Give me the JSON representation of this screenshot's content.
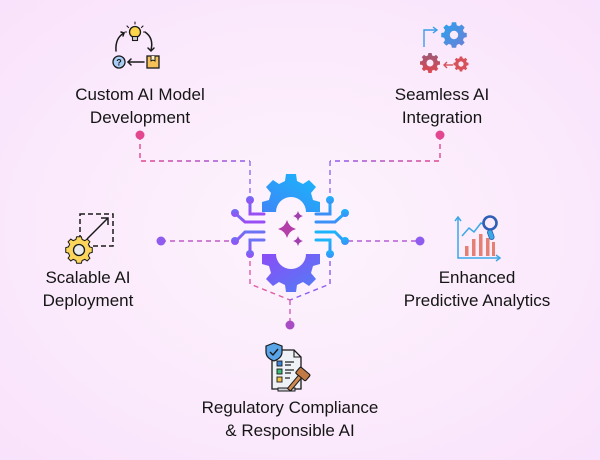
{
  "diagram": {
    "type": "hub-and-spoke",
    "center": {
      "icon": "ai-gear-circuit-sparkle-icon",
      "gradient": [
        "#1cb5fb",
        "#8a4ff5"
      ],
      "sparkle_color": "#b43fa8"
    },
    "nodes": [
      {
        "id": "custom-ai-model-development",
        "lines": [
          "Custom AI Model",
          "Development"
        ],
        "icon": "idea-cycle-icon"
      },
      {
        "id": "seamless-ai-integration",
        "lines": [
          "Seamless AI",
          "Integration"
        ],
        "icon": "gears-integration-icon"
      },
      {
        "id": "scalable-ai-deployment",
        "lines": [
          "Scalable AI",
          "Deployment"
        ],
        "icon": "gear-scale-arrow-icon"
      },
      {
        "id": "enhanced-predictive-analytics",
        "lines": [
          "Enhanced",
          "Predictive Analytics"
        ],
        "icon": "chart-magnifier-icon"
      },
      {
        "id": "regulatory-compliance",
        "lines": [
          "Regulatory Compliance",
          "& Responsible AI"
        ],
        "icon": "checklist-gavel-shield-icon"
      }
    ],
    "colors": {
      "connector_pink": "#e2478f",
      "connector_purple": "#8f5cf0",
      "connector_magenta": "#a84bc4",
      "background": "#fbeafc",
      "text": "#151515"
    }
  }
}
